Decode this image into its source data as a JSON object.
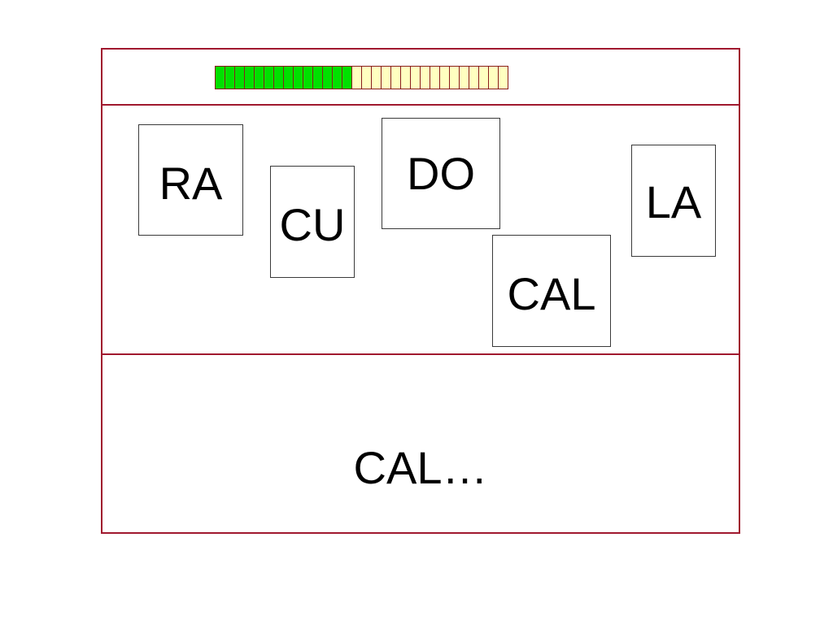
{
  "colors": {
    "frame_border": "#a0182e",
    "progress_filled": "#00e000",
    "progress_empty": "#ffffc0",
    "segment_border": "#8a1d1d"
  },
  "progress": {
    "filled_segments": 14,
    "total_segments": 30
  },
  "tiles": [
    {
      "label": "RA"
    },
    {
      "label": "CU"
    },
    {
      "label": "DO"
    },
    {
      "label": "CAL"
    },
    {
      "label": "LA"
    }
  ],
  "answer": {
    "text": "CAL…"
  }
}
